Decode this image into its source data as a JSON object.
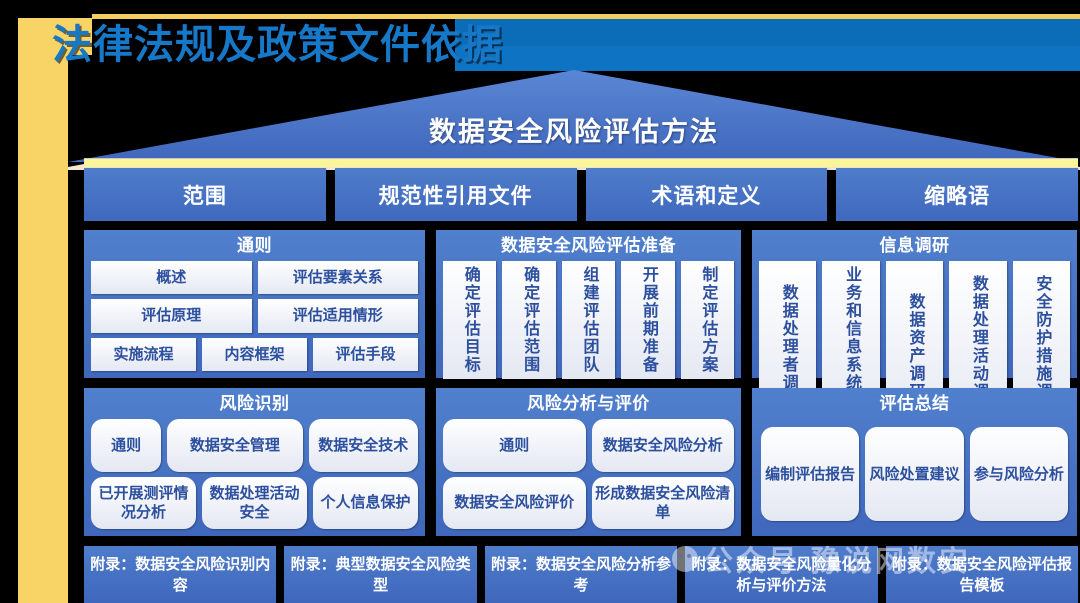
{
  "slide": {
    "title": "法律法规及政策文件依据",
    "roof_title": "数据安全风险评估方法",
    "colors": {
      "accent_yellow": "#f7d465",
      "title_blue": "#1678c8",
      "banner_blue": "#0b6cb8",
      "box_blue": "#4472c4",
      "chip_text_blue": "#2c4f9e"
    }
  },
  "chapters": [
    {
      "label": "范围"
    },
    {
      "label": "规范性引用文件"
    },
    {
      "label": "术语和定义"
    },
    {
      "label": "缩略语"
    }
  ],
  "groups_row1": [
    {
      "title": "通则",
      "lines": [
        [
          "概述",
          "评估要素关系"
        ],
        [
          "评估原理",
          "评估适用情形"
        ],
        [
          "实施流程",
          "内容框架",
          "评估手段"
        ]
      ]
    },
    {
      "title": "数据安全风险评估准备",
      "vertical_items": [
        "确定评估目标",
        "确定评估范围",
        "组建评估团队",
        "开展前期准备",
        "制定评估方案"
      ]
    },
    {
      "title": "信息调研",
      "vertical_items": [
        "数据处理者调研",
        "业务和信息系统调研",
        "数据资产调研",
        "数据处理活动调研",
        "安全防护措施调研"
      ]
    }
  ],
  "groups_row2": [
    {
      "title": "风险识别",
      "lines": [
        [
          "通则",
          "数据安全管理",
          "数据安全技术"
        ],
        [
          "已开展测评情况分析",
          "数据处理活动安全",
          "个人信息保护"
        ]
      ]
    },
    {
      "title": "风险分析与评价",
      "lines": [
        [
          "通则",
          "数据安全风险分析"
        ],
        [
          "数据安全风险评价",
          "形成数据安全风险清单"
        ]
      ]
    },
    {
      "title": "评估总结",
      "lines": [
        [
          "编制评估报告",
          "风险处置建议",
          "参与风险分析"
        ]
      ]
    }
  ],
  "appendices": [
    {
      "label": "附录：数据安全风险识别内容"
    },
    {
      "label": "附录：典型数据安全风险类型"
    },
    {
      "label": "附录：数据安全风险分析参考"
    },
    {
      "label": "附录：数据安全风险量化分析与评价方法"
    },
    {
      "label": "附录：数据安全风险评估报告模板"
    }
  ],
  "watermark": {
    "text": "公众号 豫说网数安"
  }
}
